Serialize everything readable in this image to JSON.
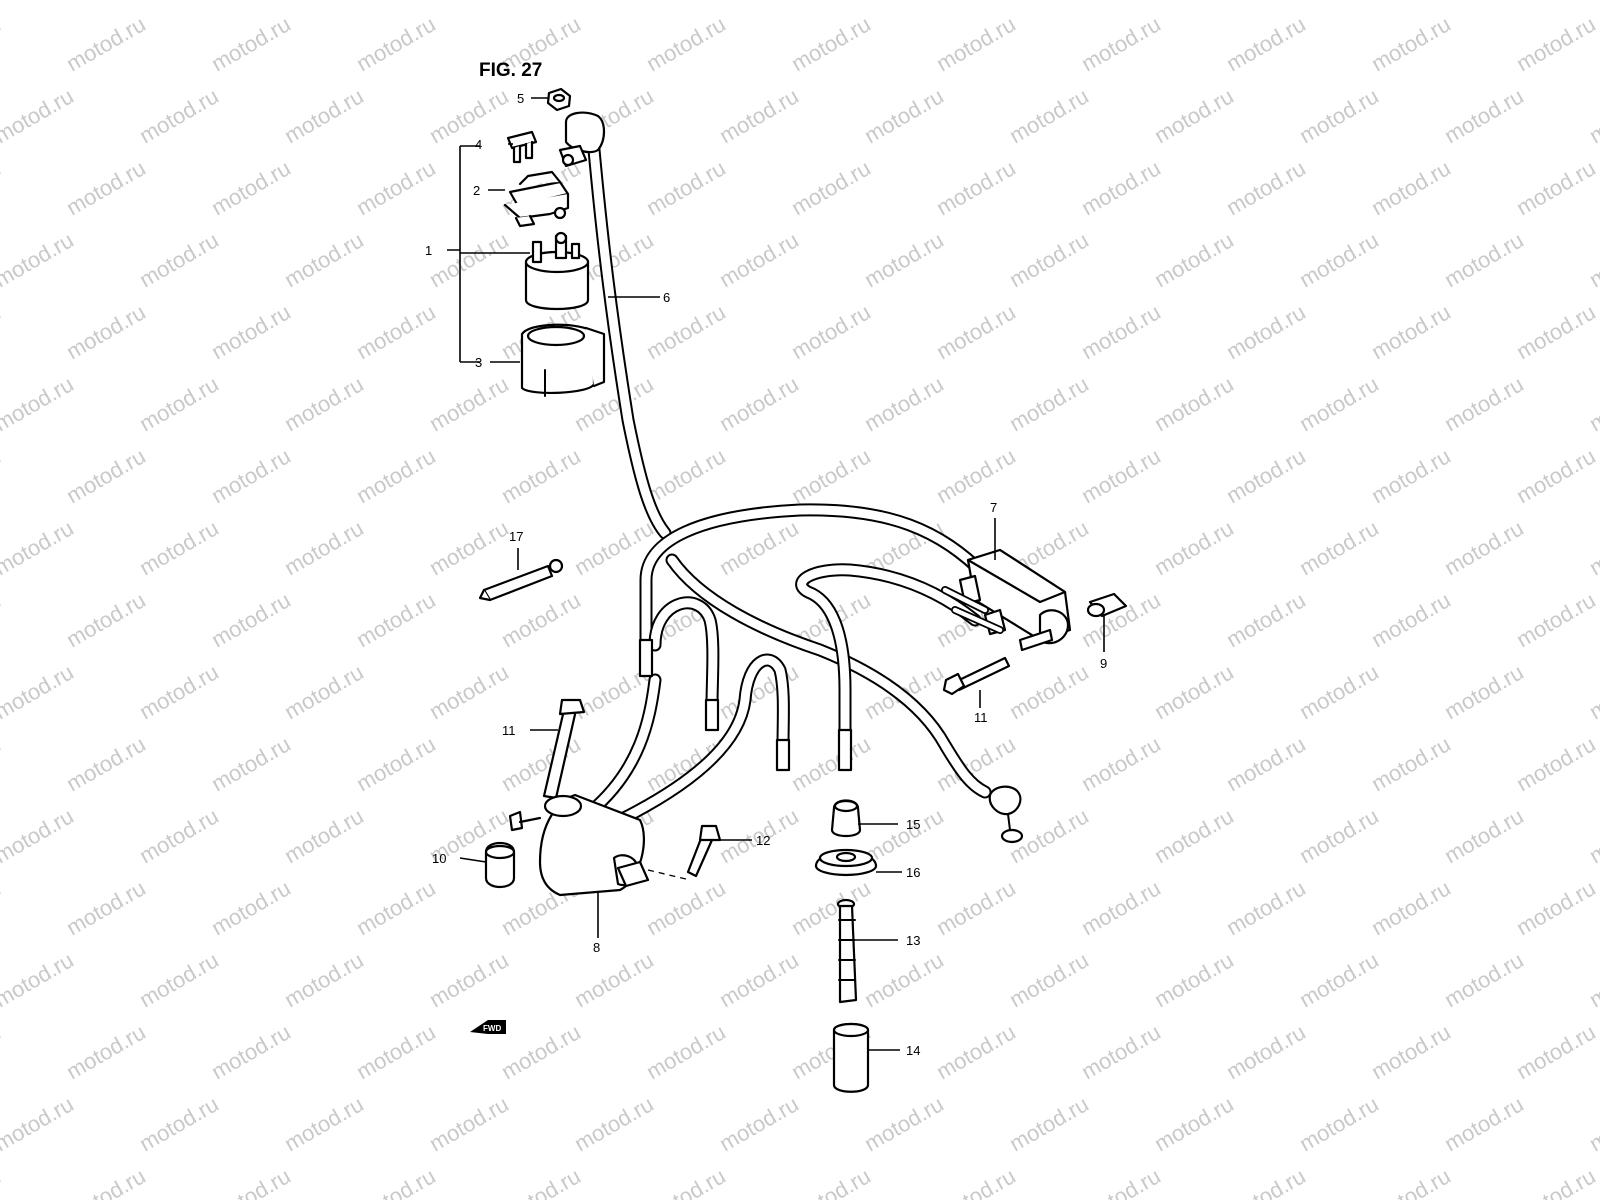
{
  "figure": {
    "title": "FIG. 27"
  },
  "watermark": {
    "text": "motod.ru"
  },
  "fwd_badge": {
    "text": "FWD"
  },
  "callouts": [
    {
      "id": "c1",
      "label": "1"
    },
    {
      "id": "c2",
      "label": "2"
    },
    {
      "id": "c3",
      "label": "3"
    },
    {
      "id": "c4",
      "label": "4"
    },
    {
      "id": "c5",
      "label": "5"
    },
    {
      "id": "c6",
      "label": "6"
    },
    {
      "id": "c7",
      "label": "7"
    },
    {
      "id": "c8",
      "label": "8"
    },
    {
      "id": "c9",
      "label": "9"
    },
    {
      "id": "c10",
      "label": "10"
    },
    {
      "id": "c11a",
      "label": "11"
    },
    {
      "id": "c11b",
      "label": "11"
    },
    {
      "id": "c12",
      "label": "12"
    },
    {
      "id": "c13",
      "label": "13"
    },
    {
      "id": "c14",
      "label": "14"
    },
    {
      "id": "c15",
      "label": "15"
    },
    {
      "id": "c16",
      "label": "16"
    },
    {
      "id": "c17",
      "label": "17"
    }
  ],
  "colors": {
    "line": "#000000",
    "background": "#ffffff",
    "watermark": "#c9c9c9"
  }
}
